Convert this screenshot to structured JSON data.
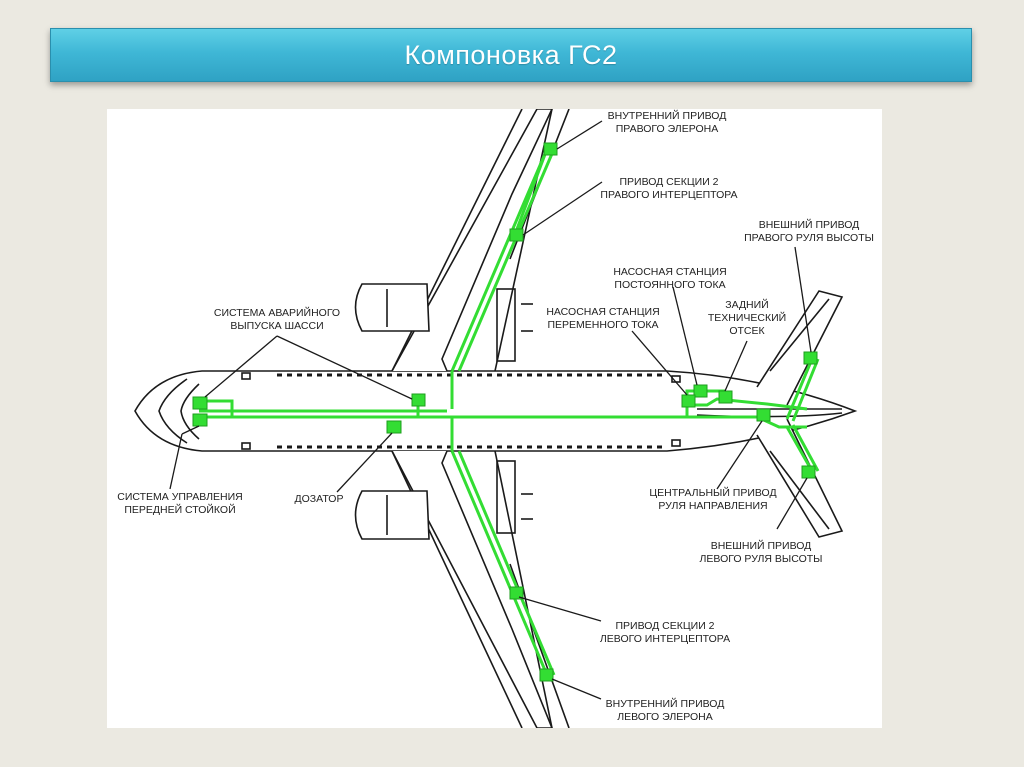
{
  "title": "Компоновка ГС2",
  "labels": {
    "inner_right_aileron": [
      "ВНУТРЕННИЙ ПРИВОД",
      "ПРАВОГО ЭЛЕРОНА"
    ],
    "right_spoiler_2": [
      "ПРИВОД СЕКЦИИ 2",
      "ПРАВОГО ИНТЕРЦЕПТОРА"
    ],
    "outer_right_elevator": [
      "ВНЕШНИЙ ПРИВОД",
      "ПРАВОГО РУЛЯ ВЫСОТЫ"
    ],
    "dc_pump": [
      "НАСОСНАЯ СТАНЦИЯ",
      "ПОСТОЯННОГО ТОКА"
    ],
    "ac_pump": [
      "НАСОСНАЯ СТАНЦИЯ",
      "ПЕРЕМЕННОГО ТОКА"
    ],
    "rear_bay": [
      "ЗАДНИЙ",
      "ТЕХНИЧЕСКИЙ",
      "ОТСЕК"
    ],
    "emergency_gear": [
      "СИСТЕМА АВАРИЙНОГО",
      "ВЫПУСКА ШАССИ"
    ],
    "nose_gear_control": [
      "СИСТЕМА УПРАВЛЕНИЯ",
      "ПЕРЕДНЕЙ СТОЙКОЙ"
    ],
    "doser": [
      "ДОЗАТОР"
    ],
    "central_rudder": [
      "ЦЕНТРАЛЬНЫЙ ПРИВОД",
      "РУЛЯ НАПРАВЛЕНИЯ"
    ],
    "outer_left_elevator": [
      "ВНЕШНИЙ ПРИВОД",
      "ЛЕВОГО РУЛЯ ВЫСОТЫ"
    ],
    "left_spoiler_2": [
      "ПРИВОД СЕКЦИИ 2",
      "ЛЕВОГО ИНТЕРЦЕПТОРА"
    ],
    "inner_left_aileron": [
      "ВНУТРЕННИЙ ПРИВОД",
      "ЛЕВОГО ЭЛЕРОНА"
    ]
  },
  "colors": {
    "hydraulic_line": "#33dd33",
    "outline": "#1a1a1a",
    "title_bar": "#3fb7d6"
  }
}
